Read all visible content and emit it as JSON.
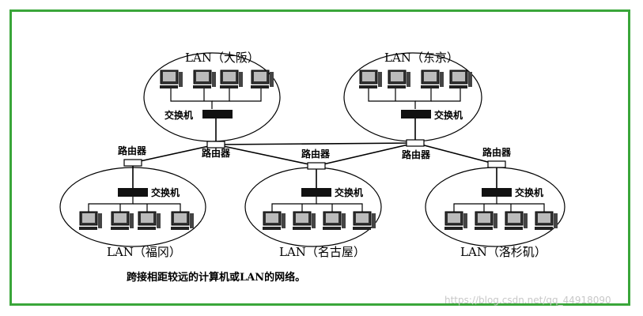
{
  "labels": {
    "lan_osaka": "LAN（大阪）",
    "lan_tokyo": "LAN（东京）",
    "lan_fukuoka": "LAN（福冈）",
    "lan_nagoya": "LAN（名古屋）",
    "lan_sapporo": "LAN（洛杉矶）",
    "switch": "交换机",
    "router": "路由器"
  },
  "caption": "跨接相距较远的计算机或LAN的网络。",
  "watermark": "https://blog.csdn.net/qq_44918090",
  "colors": {
    "frame": "#3aa63a",
    "line": "#000000",
    "watermark": "#c8c8c8"
  }
}
